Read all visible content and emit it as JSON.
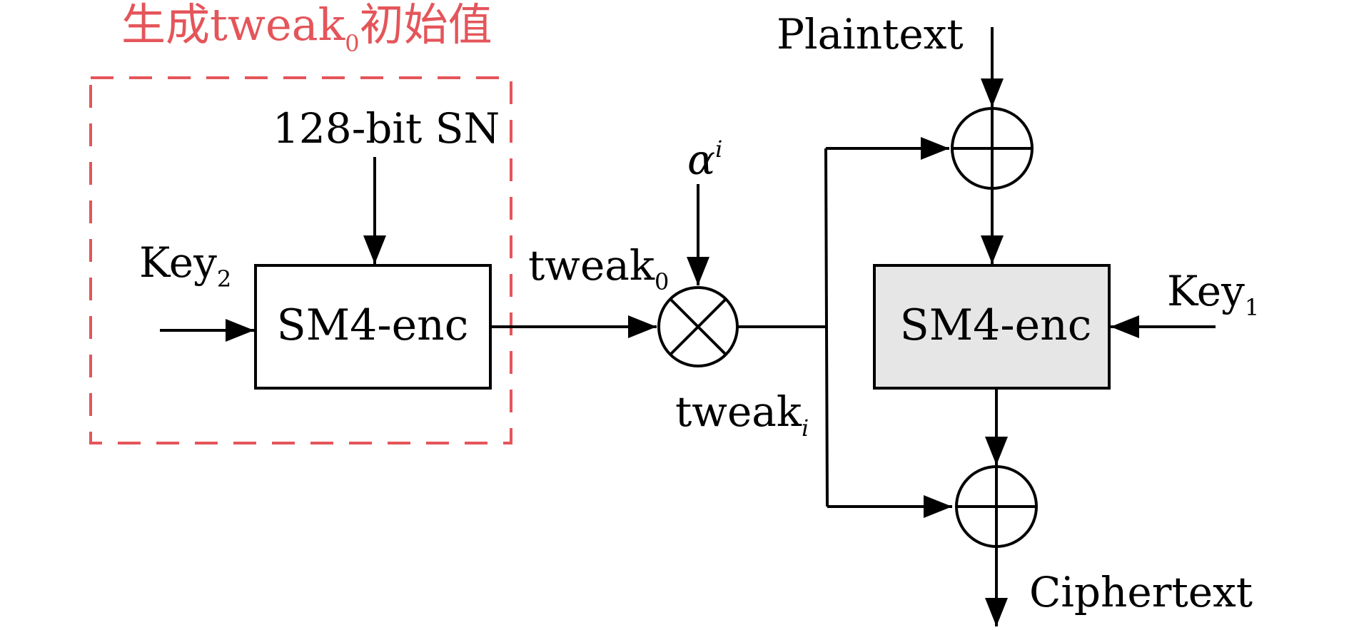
{
  "region": {
    "title_prefix": "生成tweak",
    "title_subscript": "0",
    "title_suffix": "初始值",
    "color": "#e4555a"
  },
  "inputs": {
    "sn": "128-bit SN",
    "key2_base": "Key",
    "key2_sub": "2",
    "plaintext": "Plaintext",
    "key1_base": "Key",
    "key1_sub": "1",
    "alpha_base": "α",
    "alpha_sup": "i"
  },
  "blocks": {
    "enc_left": "SM4-enc",
    "enc_right": "SM4-enc",
    "enc_right_fill": "#e6e6e6"
  },
  "signals": {
    "tweak0_base": "tweak",
    "tweak0_sub": "0",
    "tweaki_base": "tweak",
    "tweaki_sub": "i"
  },
  "outputs": {
    "ciphertext": "Ciphertext"
  }
}
